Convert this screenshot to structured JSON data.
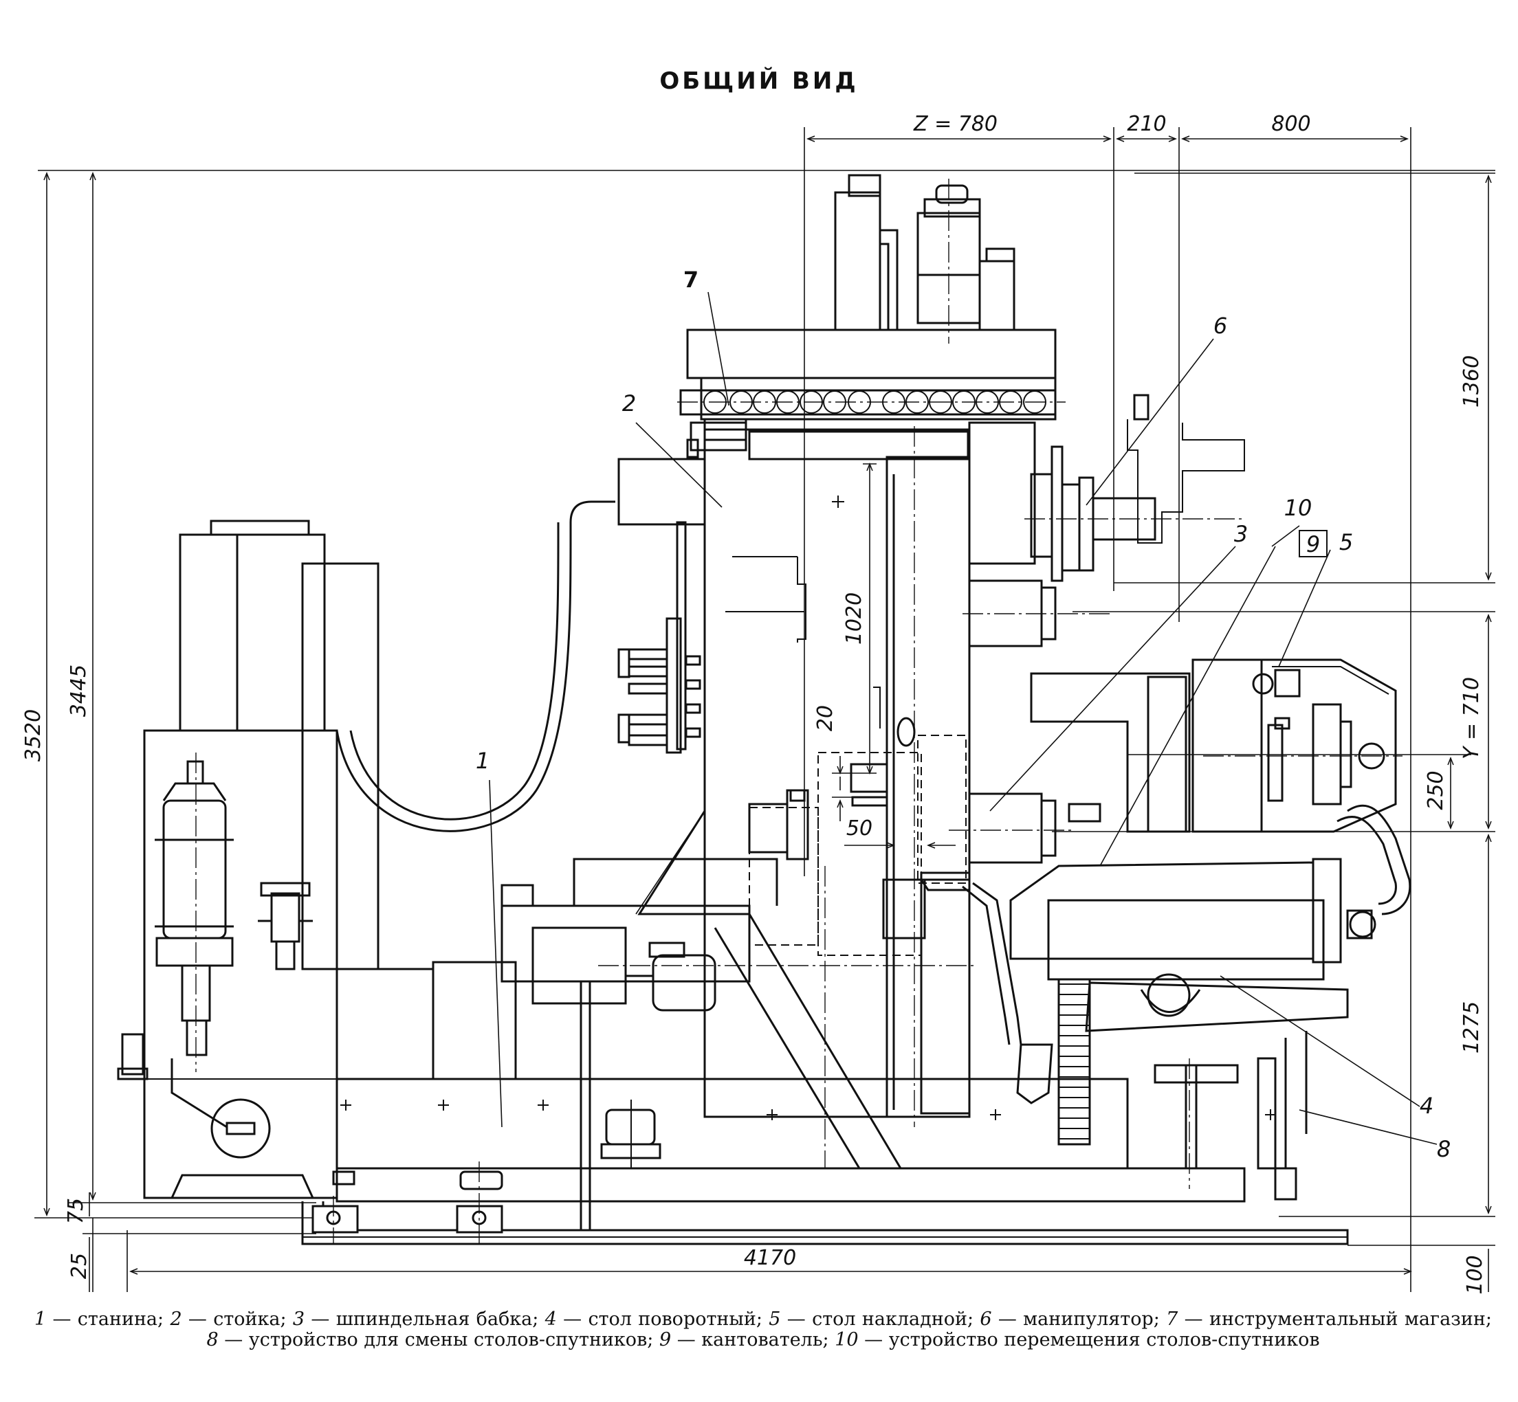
{
  "title": "ОБЩИЙ ВИД",
  "dimensions": {
    "z": "Z = 780",
    "d210": "210",
    "d800": "800",
    "d1360": "1360",
    "d1020": "1020",
    "y": "Y = 710",
    "d250": "250",
    "d1275": "1275",
    "d20": "20",
    "d50": "50",
    "d3520": "3520",
    "d3445": "3445",
    "d75": "75",
    "d25": "25",
    "d4170": "4170",
    "d100": "100"
  },
  "callouts": {
    "c1": "1",
    "c2": "2",
    "c3": "3",
    "c4": "4",
    "c5": "5",
    "c6": "6",
    "c7": "7",
    "c8": "8",
    "c9": "9",
    "c10": "10"
  },
  "legend": [
    {
      "num": "1",
      "text": " — станина; "
    },
    {
      "num": "2",
      "text": " — стойка; "
    },
    {
      "num": "3",
      "text": " — шпиндельная бабка; "
    },
    {
      "num": "4",
      "text": " — стол поворотный; "
    },
    {
      "num": "5",
      "text": " — стол накладной; "
    },
    {
      "num": "6",
      "text": " — манипулятор; "
    },
    {
      "num": "7",
      "text": " — инструментальный магазин; "
    },
    {
      "num": "8",
      "text": " — устройство для смены столов-спутников; "
    },
    {
      "num": "9",
      "text": " — кантователь; "
    },
    {
      "num": "10",
      "text": " — устройство перемещения столов-спутников"
    }
  ]
}
